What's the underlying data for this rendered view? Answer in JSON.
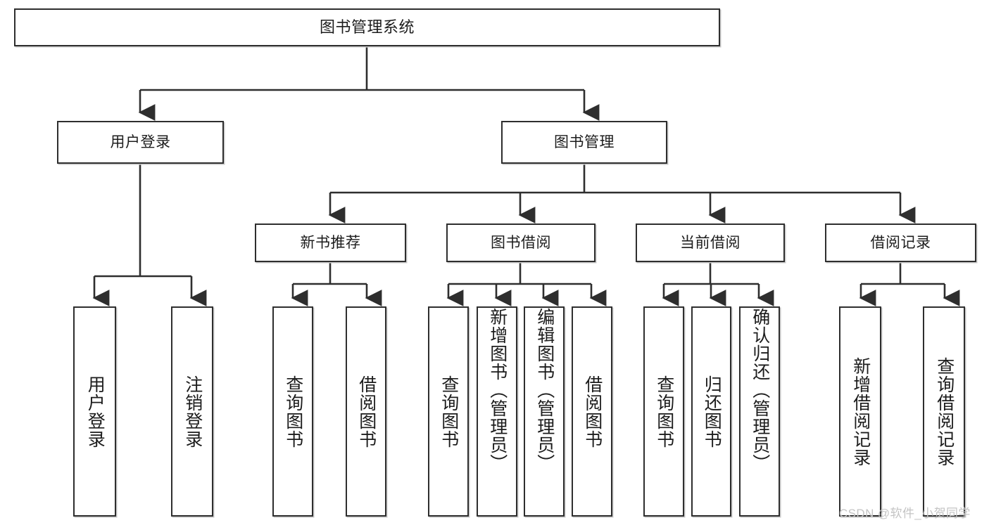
{
  "diagram": {
    "title": "图书管理系统",
    "type": "hierarchy-tree",
    "levels": 4
  },
  "nodes": {
    "root": {
      "label": "图书管理系统"
    },
    "level2": [
      {
        "label": "用户登录"
      },
      {
        "label": "图书管理"
      }
    ],
    "level3": [
      {
        "label": "新书推荐"
      },
      {
        "label": "图书借阅"
      },
      {
        "label": "当前借阅"
      },
      {
        "label": "借阅记录"
      }
    ],
    "leaves": [
      {
        "label": "用户登录"
      },
      {
        "label": "注销登录"
      },
      {
        "label": "查询图书"
      },
      {
        "label": "借阅图书"
      },
      {
        "label": "查询图书"
      },
      {
        "label": "新增图书（管理员）"
      },
      {
        "label": "编辑图书（管理员）"
      },
      {
        "label": "借阅图书"
      },
      {
        "label": "查询图书"
      },
      {
        "label": "归还图书"
      },
      {
        "label": "确认归还（管理员）"
      },
      {
        "label": "新增借阅记录"
      },
      {
        "label": "查询借阅记录"
      }
    ]
  },
  "watermark": {
    "text": "CSDN @软件_小贺同学",
    "color": "#c4c4c4"
  },
  "style": {
    "border_color": "#2e2e2e",
    "shadow_color": "#c9c9c9",
    "text_color": "#1c1c1c",
    "background": "#ffffff",
    "connector_color": "#2e2e2e"
  }
}
